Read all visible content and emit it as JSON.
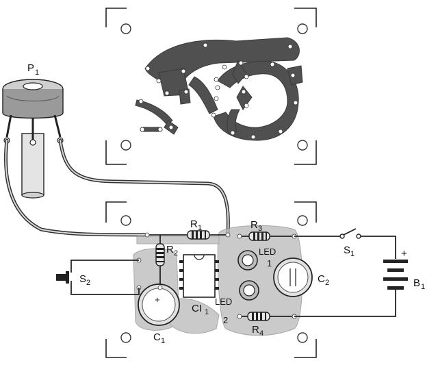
{
  "labels": {
    "p1": "P",
    "p1_sub": "1",
    "r1": "R",
    "r1_sub": "1",
    "r2": "R",
    "r2_sub": "2",
    "r3": "R",
    "r3_sub": "3",
    "r4": "R",
    "r4_sub": "4",
    "led_top": "LED",
    "led_top_num": "1",
    "led_bottom": "LED",
    "led_bottom_num": "2",
    "c1": "C",
    "c1_sub": "1",
    "c2": "C",
    "c2_sub": "2",
    "ci1": "CI",
    "ci1_sub": "1",
    "s1": "S",
    "s1_sub": "1",
    "s2": "S",
    "s2_sub": "2",
    "b1": "B",
    "b1_sub": "1",
    "plus_battery": "+",
    "plus_c1": "+"
  },
  "colors": {
    "trace": "#505050",
    "board": "#b9b9b9",
    "ink": "#222222"
  }
}
